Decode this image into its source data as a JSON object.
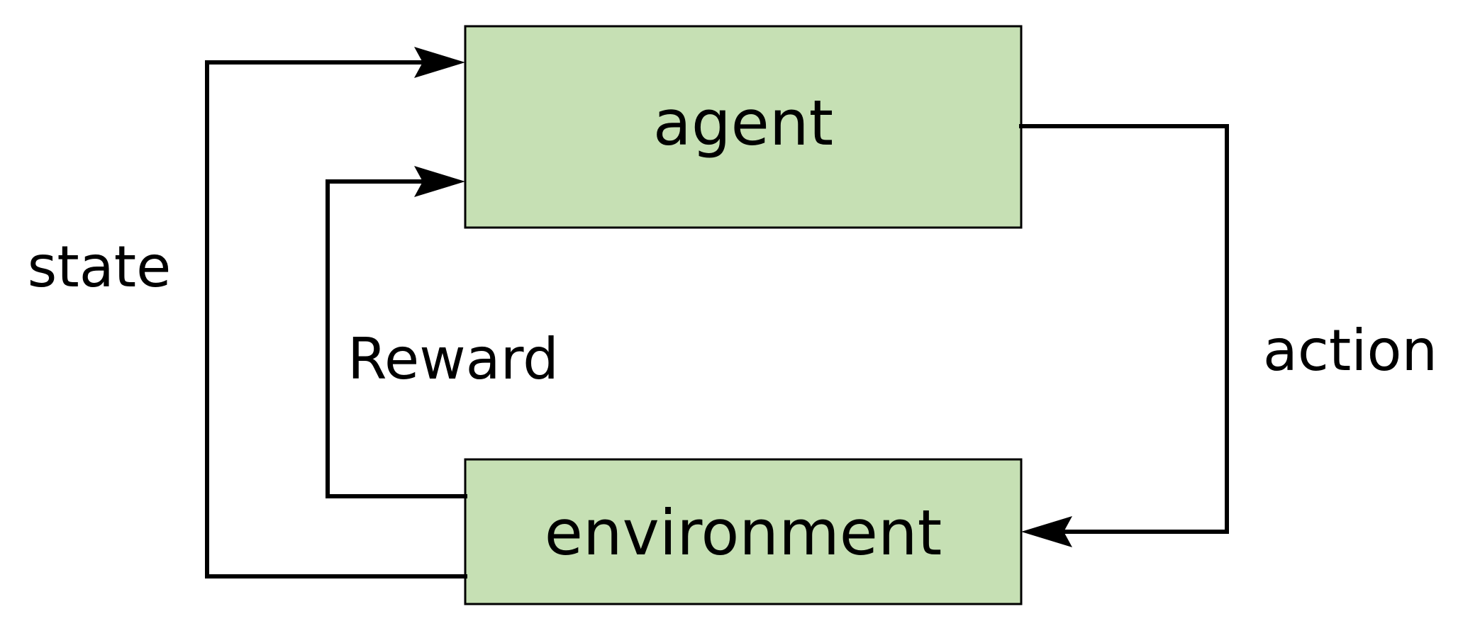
{
  "nodes": {
    "agent": {
      "label": "agent"
    },
    "environment": {
      "label": "environment"
    }
  },
  "edges": {
    "state": {
      "label": "state",
      "from": "environment",
      "to": "agent"
    },
    "reward": {
      "label": "Reward",
      "from": "environment",
      "to": "agent"
    },
    "action": {
      "label": "action",
      "from": "agent",
      "to": "environment"
    }
  },
  "colors": {
    "box_fill": "#c6e0b4",
    "line": "#000000"
  }
}
